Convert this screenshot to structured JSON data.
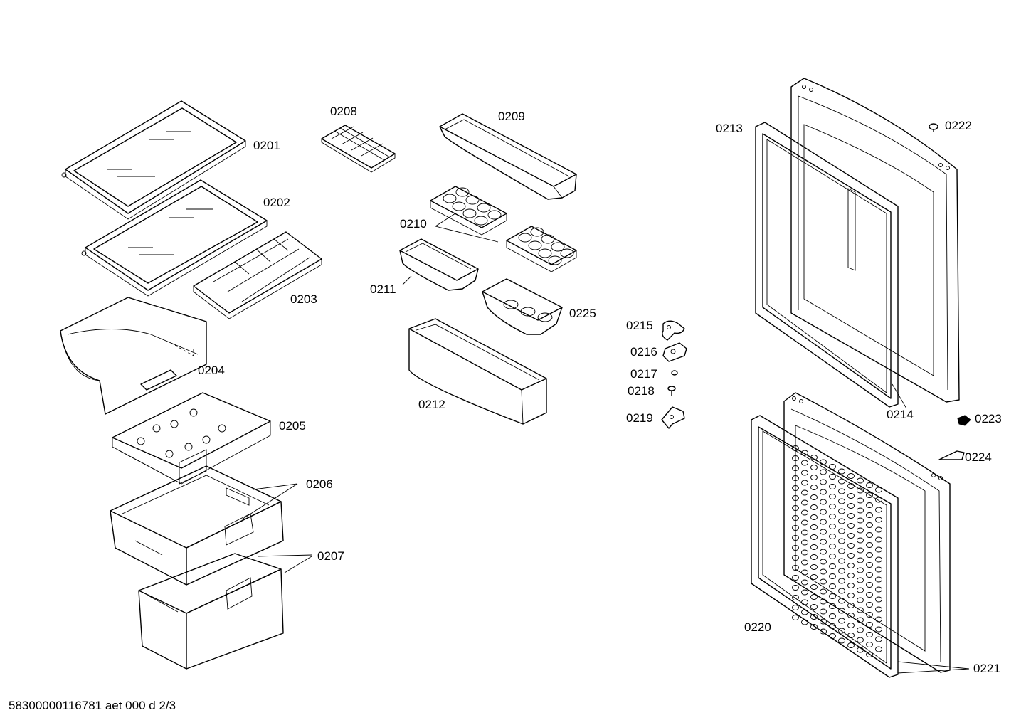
{
  "labels": {
    "p0201": "0201",
    "p0202": "0202",
    "p0203": "0203",
    "p0204": "0204",
    "p0205": "0205",
    "p0206": "0206",
    "p0207": "0207",
    "p0208": "0208",
    "p0209": "0209",
    "p0210": "0210",
    "p0211": "0211",
    "p0212": "0212",
    "p0213": "0213",
    "p0214": "0214",
    "p0215": "0215",
    "p0216": "0216",
    "p0217": "0217",
    "p0218": "0218",
    "p0219": "0219",
    "p0220": "0220",
    "p0221": "0221",
    "p0222": "0222",
    "p0223": "0223",
    "p0224": "0224",
    "p0225": "0225"
  },
  "footer": {
    "code": "58300000116781 aet 000 d 2/3"
  }
}
